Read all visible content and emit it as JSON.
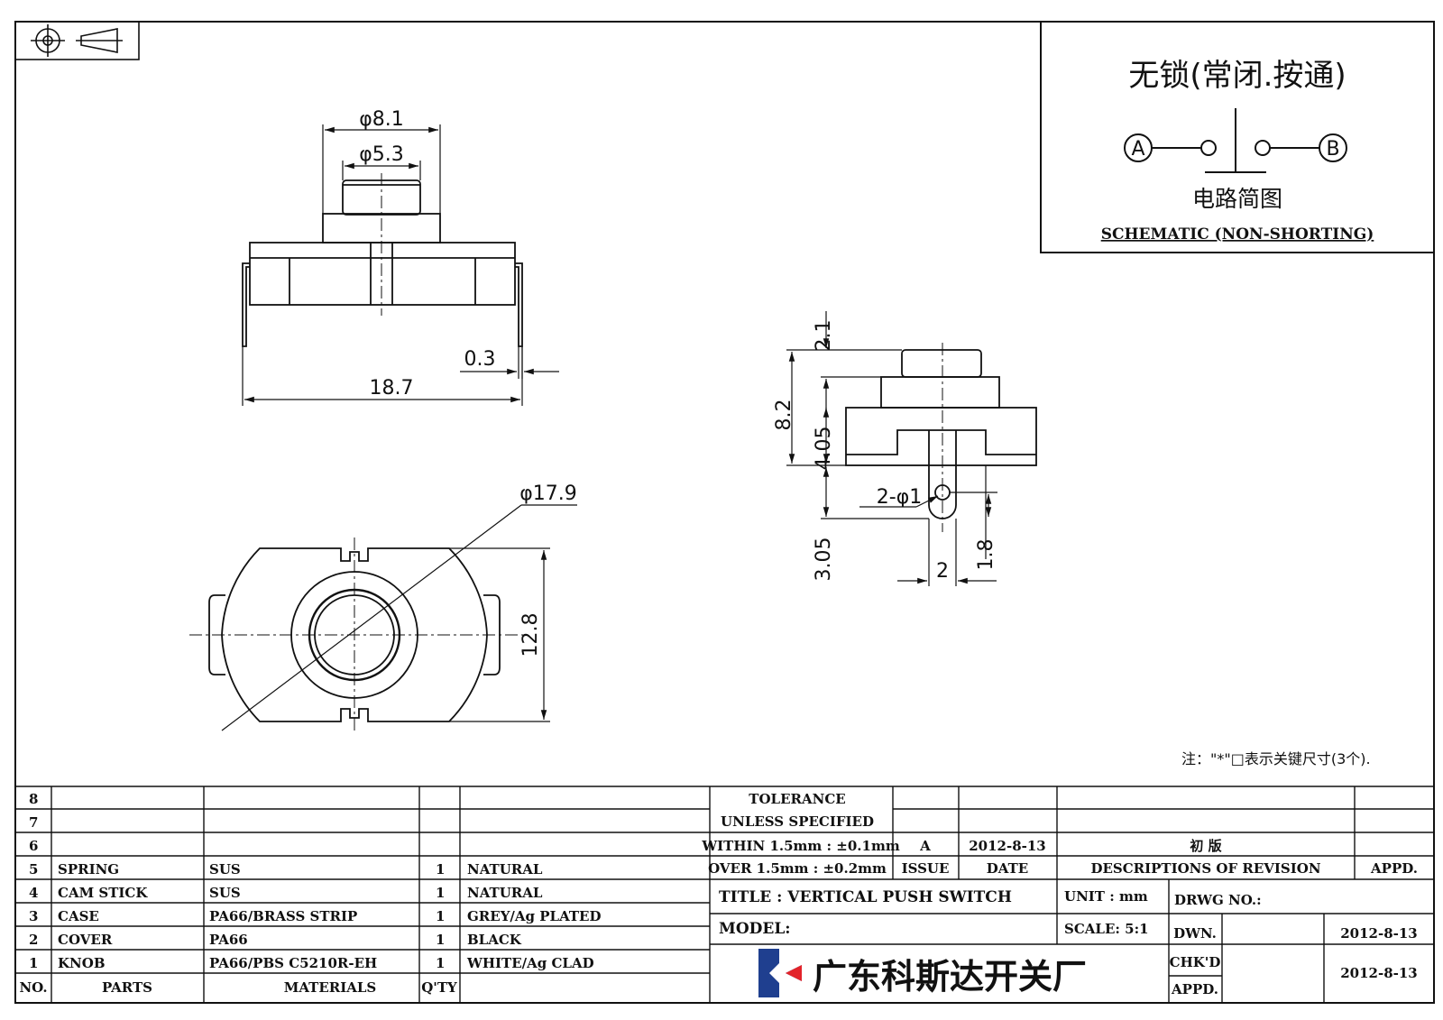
{
  "symbols": {
    "projection": "first-angle-projection-icon"
  },
  "front_view": {
    "dia_outer": "φ8.1",
    "dia_inner": "φ5.3",
    "pin_thickness": "0.3",
    "width": "18.7"
  },
  "side_view": {
    "knob_height": "2.1",
    "total_height": "8.2",
    "body_height": "4.05",
    "pin_hole": "2-φ1",
    "pin_length": "3.05",
    "hole_offset": "1.8",
    "pin_width": "2"
  },
  "top_view": {
    "diameter": "φ17.9",
    "height": "12.8"
  },
  "schematic": {
    "title_cn": "无锁(常闭.按通)",
    "label_a": "A",
    "label_b": "B",
    "caption_cn": "电路简图",
    "caption_en": "SCHEMATIC (NON-SHORTING)"
  },
  "note": "注：\"*\"□表示关键尺寸(3个).",
  "bom": {
    "rows": [
      {
        "no": "8",
        "part": "",
        "material": "",
        "qty": "",
        "finish": ""
      },
      {
        "no": "7",
        "part": "",
        "material": "",
        "qty": "",
        "finish": ""
      },
      {
        "no": "6",
        "part": "",
        "material": "",
        "qty": "",
        "finish": ""
      },
      {
        "no": "5",
        "part": "SPRING",
        "material": "SUS",
        "qty": "1",
        "finish": "NATURAL"
      },
      {
        "no": "4",
        "part": "CAM STICK",
        "material": "SUS",
        "qty": "1",
        "finish": "NATURAL"
      },
      {
        "no": "3",
        "part": "CASE",
        "material": "PA66/BRASS STRIP",
        "qty": "1",
        "finish": "GREY/Ag PLATED"
      },
      {
        "no": "2",
        "part": "COVER",
        "material": "PA66",
        "qty": "1",
        "finish": "BLACK"
      },
      {
        "no": "1",
        "part": "KNOB",
        "material": "PA66/PBS C5210R-EH",
        "qty": "1",
        "finish": "WHITE/Ag CLAD"
      }
    ],
    "header": {
      "no": "NO.",
      "part": "PARTS",
      "material": "MATERIALS",
      "qty": "Q'TY"
    }
  },
  "tolerance": {
    "line1": "TOLERANCE",
    "line2": "UNLESS  SPECIFIED",
    "line3": "WITHIN 1.5mm : ±0.1mm",
    "line4": "OVER 1.5mm : ±0.2mm"
  },
  "revision": {
    "issue": "A",
    "date": "2012-8-13",
    "description": "初  版",
    "issue_label": "ISSUE",
    "date_label": "DATE",
    "desc_label": "DESCRIPTIONS OF REVISION",
    "appd_label": "APPD."
  },
  "title_block": {
    "title": "TITLE :  VERTICAL PUSH SWITCH",
    "unit": "UNIT :  mm",
    "drwg_no": "DRWG NO.:",
    "model": "MODEL:",
    "scale": "SCALE:  5:1",
    "company": "广东科斯达开关厂",
    "dwn_label": "DWN.",
    "dwn_date": "2012-8-13",
    "chk_label": "CHK'D",
    "chk_date": "2012-8-13",
    "appd_label": "APPD."
  }
}
